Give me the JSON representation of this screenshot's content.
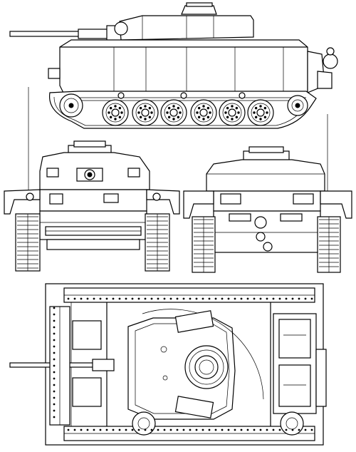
{
  "drawing": {
    "subject": "tank-blueprint",
    "views": [
      {
        "id": "side"
      },
      {
        "id": "front"
      },
      {
        "id": "rear"
      },
      {
        "id": "top"
      }
    ],
    "line_color": "#000000",
    "paper_color": "#ffffff"
  }
}
